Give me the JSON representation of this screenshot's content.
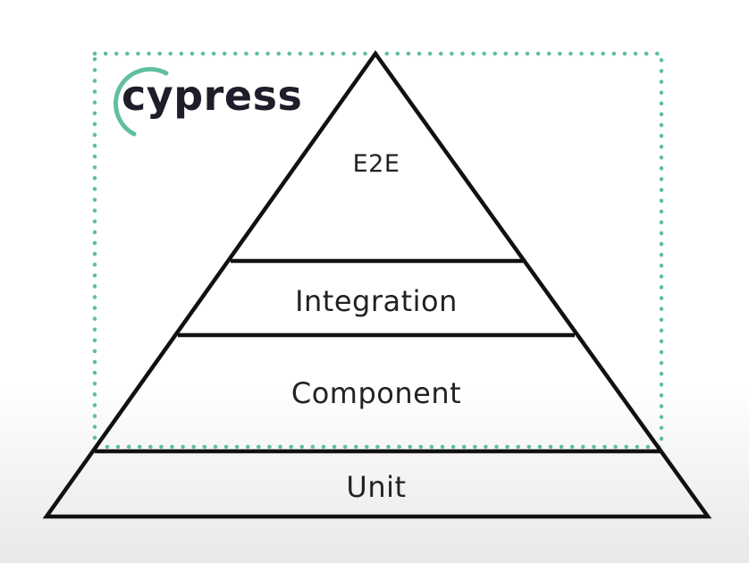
{
  "brand": {
    "logo_text": "cypress",
    "accent_color": "#5fbf9e",
    "text_color": "#1e1e2a"
  },
  "pyramid": {
    "layers_top_to_bottom": [
      {
        "label": "E2E"
      },
      {
        "label": "Integration"
      },
      {
        "label": "Component"
      },
      {
        "label": "Unit"
      }
    ],
    "outline_color": "#111111"
  },
  "highlight_box": {
    "style": "dotted",
    "color": "#5fbf9e",
    "covers_layers": [
      "E2E",
      "Integration",
      "Component"
    ]
  }
}
